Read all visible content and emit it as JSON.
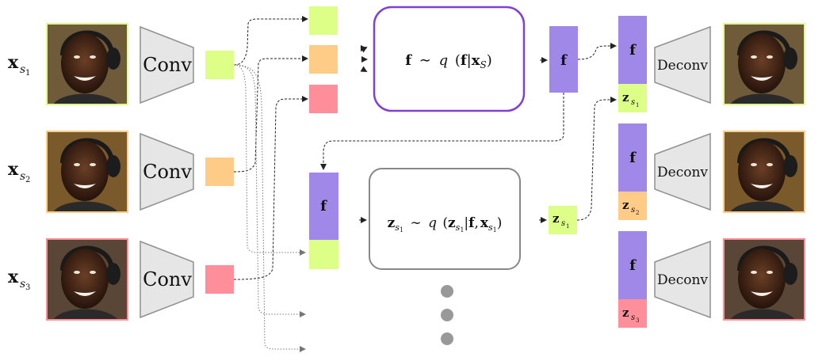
{
  "inputs": [
    {
      "var": "x",
      "sub": "s",
      "subsub": "1",
      "color": "#ddff88"
    },
    {
      "var": "x",
      "sub": "s",
      "subsub": "2",
      "color": "#ffcc88"
    },
    {
      "var": "x",
      "sub": "s",
      "subsub": "3",
      "color": "#ff8e9b"
    }
  ],
  "encoder_label": "Conv",
  "decoder_label": "Deconv",
  "f_label": "f",
  "z_label": "z",
  "z_sub": "s",
  "posterior_f": {
    "lhs": "f",
    "sim": "∼",
    "q": "q",
    "open": "(",
    "f": "f",
    "bar": "|",
    "x": "x",
    "xsub": "S",
    "close": ")"
  },
  "posterior_z": {
    "lhs": "z",
    "lhs_sub": "s",
    "lhs_subsub": "1",
    "sim": "∼",
    "q": "q",
    "open": "(",
    "z": "z",
    "z_sub": "s",
    "z_subsub": "1",
    "bar": "|",
    "f": "f",
    "comma": ",",
    "x": "x",
    "x_sub": "s",
    "x_subsub": "1",
    "close": ")"
  },
  "z_out_subsub": "1",
  "decoder_z_subs": [
    "1",
    "2",
    "3"
  ],
  "colors": {
    "purple_block": "#9f88e8",
    "purple_border": "#8040d8",
    "gray_border": "#888888",
    "trapezoid_fill": "#e6e6e6",
    "trapezoid_stroke": "#909090",
    "dot": "#999999",
    "green": "#ddff88",
    "orange": "#ffcc88",
    "pink": "#ff8e9b"
  },
  "faces": [
    {
      "id": "input-face-1"
    },
    {
      "id": "input-face-2"
    },
    {
      "id": "input-face-3"
    }
  ]
}
